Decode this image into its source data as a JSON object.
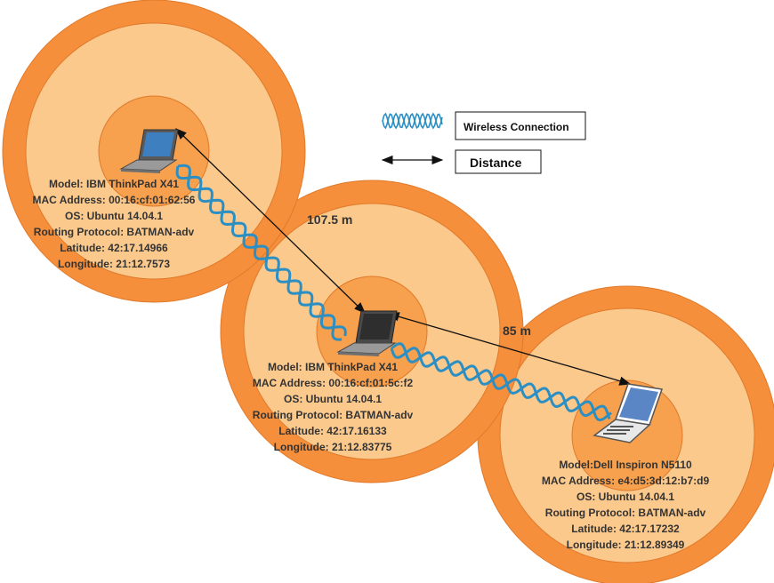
{
  "colors": {
    "outer_ring": "#f58f3c",
    "middle_ring": "#fcc98d",
    "inner_ring": "#f7a04e",
    "ring_stroke": "#e07a2a",
    "wave": "#2b8fc4",
    "text": "#333333"
  },
  "legend": {
    "wireless_label": "Wireless Connection",
    "distance_label": "Distance"
  },
  "distances": {
    "link_1": "107.5 m",
    "link_2": "85 m"
  },
  "nodes": [
    {
      "icon": "laptop-icon",
      "lines": [
        "Model: IBM ThinkPad X41",
        "MAC Address: 00:16:cf:01:62:56",
        "OS: Ubuntu 14.04.1",
        "Routing Protocol: BATMAN-adv",
        "Latitude: 42:17.14966",
        "Longitude: 21:12.7573"
      ]
    },
    {
      "icon": "laptop-icon",
      "lines": [
        "Model: IBM ThinkPad X41",
        "MAC Address: 00:16:cf:01:5c:f2",
        "OS: Ubuntu 14.04.1",
        "Routing Protocol: BATMAN-adv",
        "Latitude: 42:17.16133",
        "Longitude: 21:12.83775"
      ]
    },
    {
      "icon": "laptop-icon",
      "lines": [
        "Model:Dell Inspiron N5110",
        "MAC Address: e4:d5:3d:12:b7:d9",
        "OS: Ubuntu 14.04.1",
        "Routing Protocol: BATMAN-adv",
        "Latitude: 42:17.17232",
        "Longitude: 21:12.89349"
      ]
    }
  ]
}
